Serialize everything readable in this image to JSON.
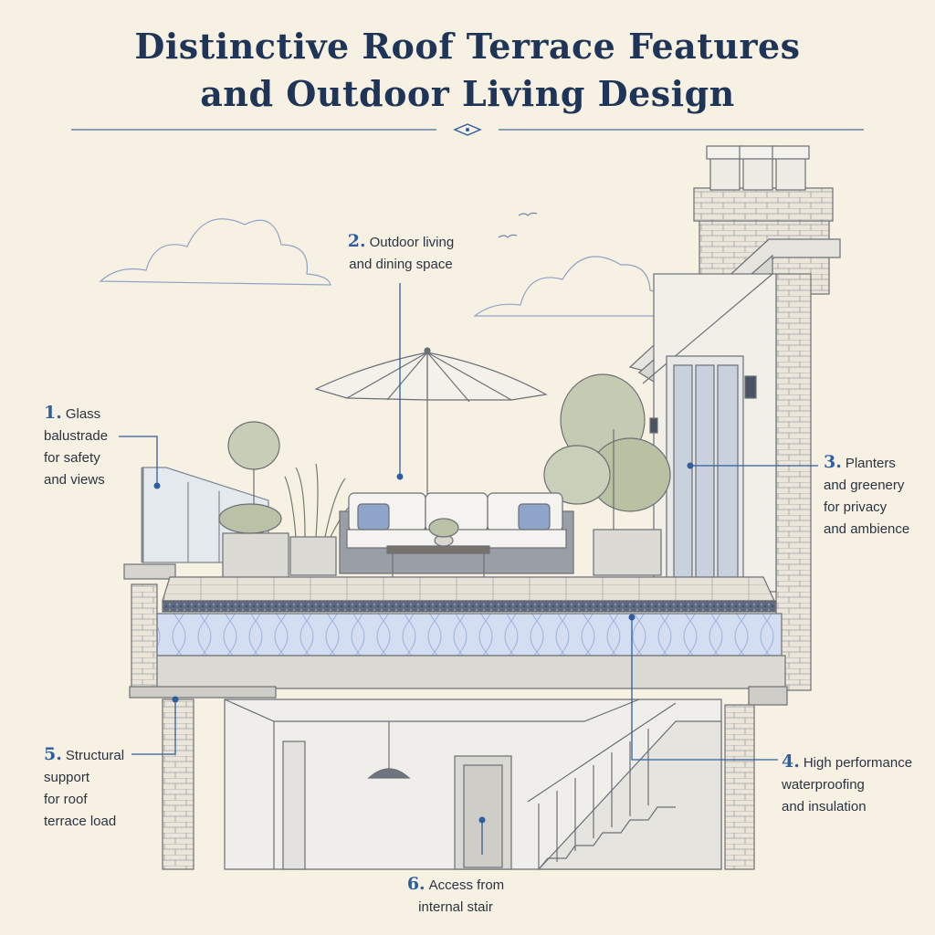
{
  "title": {
    "line1": "Distinctive Roof Terrace Features",
    "line2": "and Outdoor Living Design"
  },
  "callouts": [
    {
      "number": "1.",
      "lines": [
        "Glass",
        "balustrade",
        "for safety",
        "and views"
      ]
    },
    {
      "number": "2.",
      "lines": [
        "Outdoor living",
        "and dining space"
      ]
    },
    {
      "number": "3.",
      "lines": [
        "Planters",
        "and greenery",
        "for privacy",
        "and ambience"
      ]
    },
    {
      "number": "4.",
      "lines": [
        "High performance",
        "waterproofing",
        "and insulation"
      ]
    },
    {
      "number": "5.",
      "lines": [
        "Structural",
        "support",
        "for roof",
        "terrace load"
      ]
    },
    {
      "number": "6.",
      "lines": [
        "Access from",
        "internal stair"
      ]
    }
  ],
  "colors": {
    "background": "#f7f1e4",
    "title": "#1f3557",
    "accent": "#2f5e9e",
    "line_art": "#6b6f75",
    "insulation": "#cfdcf2"
  },
  "icons": [
    "diamond-ornament-icon",
    "leader-dot-icon"
  ]
}
